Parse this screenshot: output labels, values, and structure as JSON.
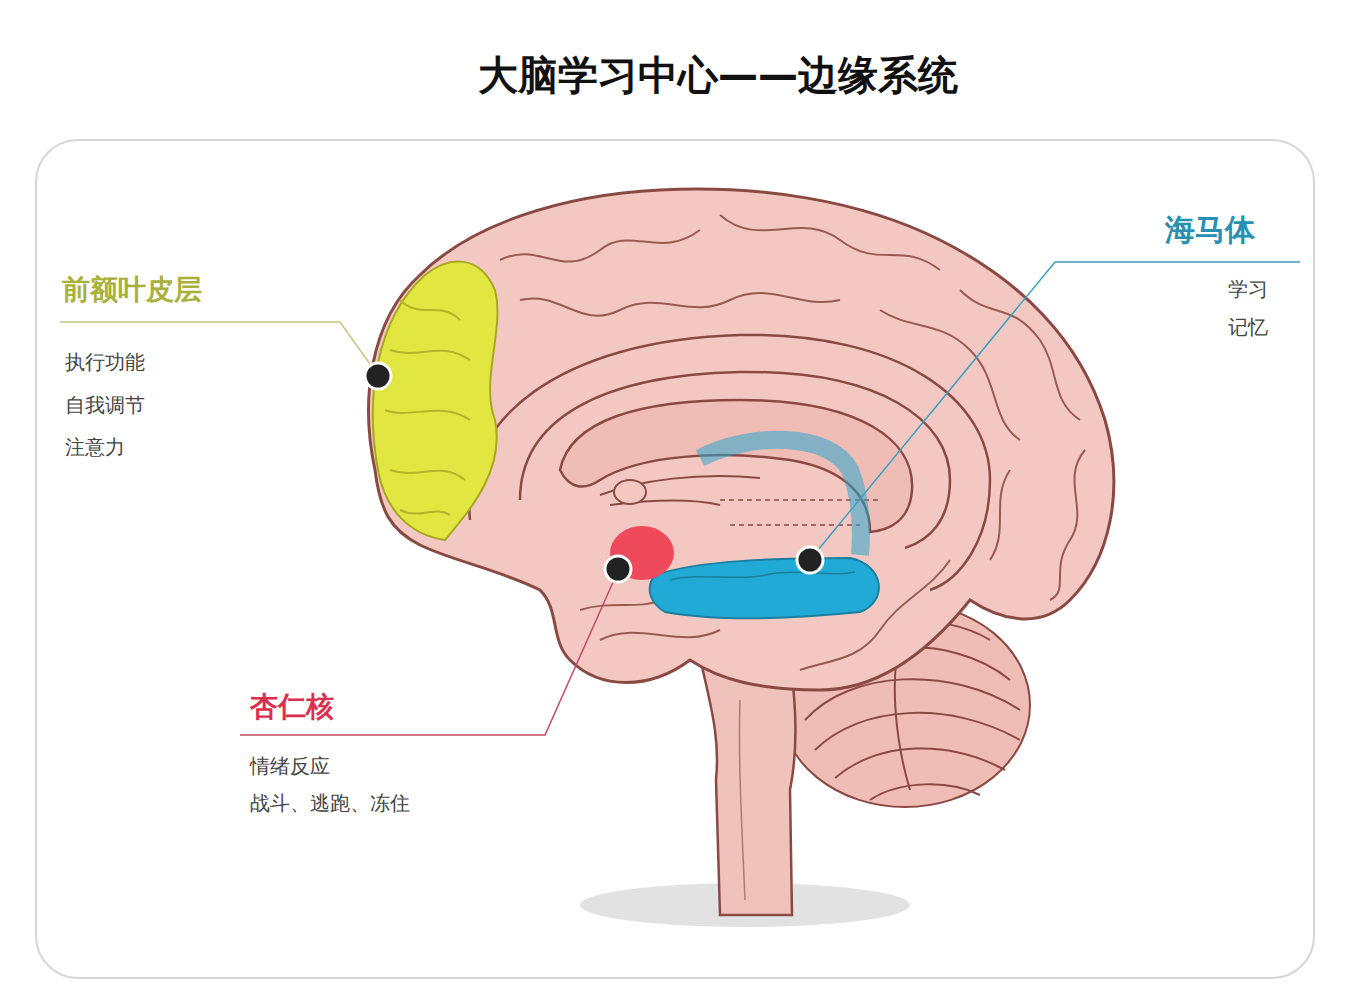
{
  "diagram": {
    "title": "大脑学习中心——边缘系统",
    "labels": [
      "前额叶皮层",
      "执行功能",
      "自我调节",
      "注意力",
      "海马体",
      "学习",
      "记忆",
      "杏仁核",
      "情绪反应",
      "战斗、逃跑、冻住"
    ]
  }
}
